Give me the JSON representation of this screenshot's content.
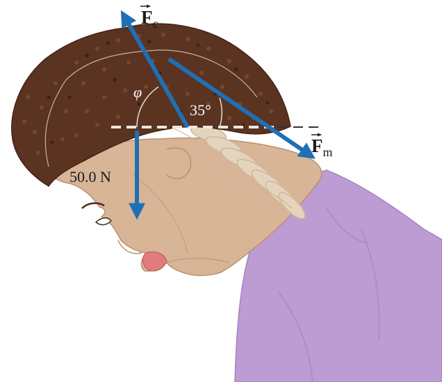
{
  "labels": {
    "force_c_symbol": "F",
    "force_c_subscript": "c",
    "force_m_symbol": "F",
    "force_m_subscript": "m",
    "angle_phi": "φ",
    "angle_muscle": "35°",
    "weight": "50.0 N"
  },
  "colors": {
    "arrow": "#1f6fb5",
    "hair": "#5b3321",
    "skin": "#d8b596",
    "shirt": "#bd9cd3",
    "lips": "#e07c7c",
    "bone": "#e4d4bd",
    "reference_line": "#e8e0d6"
  },
  "icons": [
    "vector-arrow-icon"
  ]
}
